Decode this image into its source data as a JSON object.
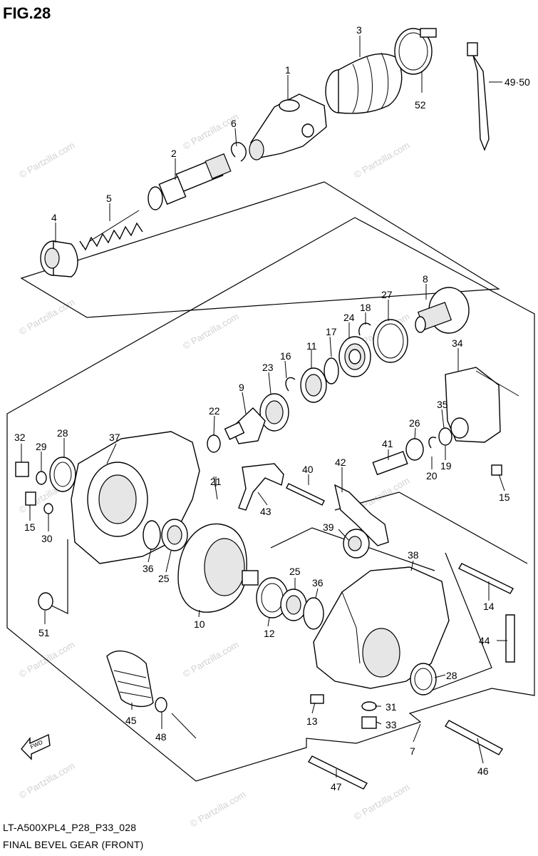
{
  "figure": {
    "title": "FIG.28",
    "model_code": "LT-A500XPL4_P28_P33_028",
    "name": "FINAL BEVEL GEAR (FRONT)"
  },
  "watermark": "© Partzilla.com",
  "part_labels": [
    "1",
    "2",
    "3",
    "4",
    "5",
    "6",
    "8",
    "9",
    "10",
    "11",
    "12",
    "13",
    "14",
    "15",
    "15",
    "16",
    "17",
    "18",
    "19",
    "20",
    "21",
    "22",
    "23",
    "24",
    "25",
    "25",
    "26",
    "27",
    "28",
    "28",
    "29",
    "30",
    "31",
    "32",
    "33",
    "34",
    "35",
    "36",
    "36",
    "37",
    "38",
    "39",
    "40",
    "41",
    "42",
    "43",
    "44",
    "45",
    "46",
    "47",
    "48",
    "49·50",
    "51",
    "52",
    "7"
  ],
  "fwd_arrow_label": "FWD",
  "colors": {
    "line": "#000000",
    "background": "#ffffff",
    "watermark": "#d2d2d2"
  }
}
